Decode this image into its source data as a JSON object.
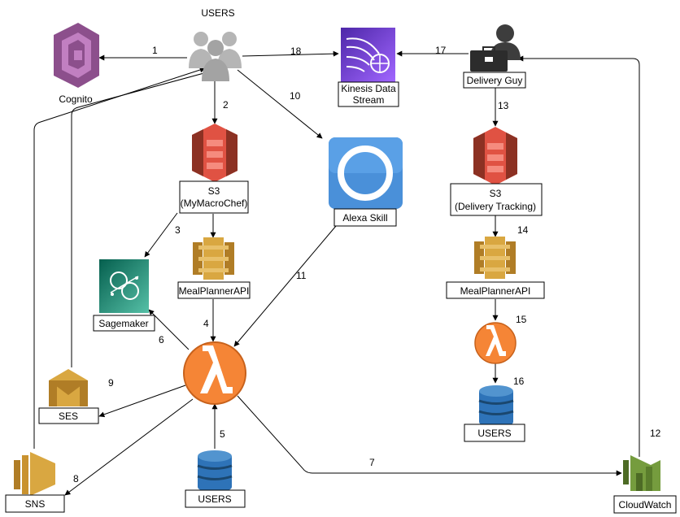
{
  "title": "USERS",
  "nodes": {
    "cognito": "Cognito",
    "kinesis_line1": "Kinesis Data",
    "kinesis_line2": "Stream",
    "delivery_guy": "Delivery Guy",
    "s3_left_line1": "S3",
    "s3_left_line2": "(MyMacroChef)",
    "s3_right_line1": "S3",
    "s3_right_line2": "(Delivery Tracking)",
    "alexa": "Alexa Skill",
    "mealplanner_left": "MealPlannerAPI",
    "mealplanner_right": "MealPlannerAPI",
    "sagemaker": "Sagemaker",
    "ses": "SES",
    "sns": "SNS",
    "users_bottom": "USERS",
    "users_right": "USERS",
    "cloudwatch": "CloudWatch"
  },
  "edge_labels": {
    "e1": "1",
    "e2": "2",
    "e3": "3",
    "e4": "4",
    "e5": "5",
    "e6": "6",
    "e7": "7",
    "e8": "8",
    "e9": "9",
    "e10": "10",
    "e11": "11",
    "e12": "12",
    "e13": "13",
    "e14": "14",
    "e15": "15",
    "e16": "16",
    "e17": "17",
    "e18": "18"
  },
  "colors": {
    "s3": "#e05243",
    "apigw": "#d9a741",
    "lambda": "#f58536",
    "dynamo": "#2e73b8",
    "cognito": "#a45a9a",
    "kinesis": "#6b4fbb",
    "alexa": "#4a90d9",
    "sagemaker": "#1a9c7a",
    "ses": "#d9a741",
    "cloudwatch": "#759c3e",
    "users_gray": "#b3b3b3"
  }
}
